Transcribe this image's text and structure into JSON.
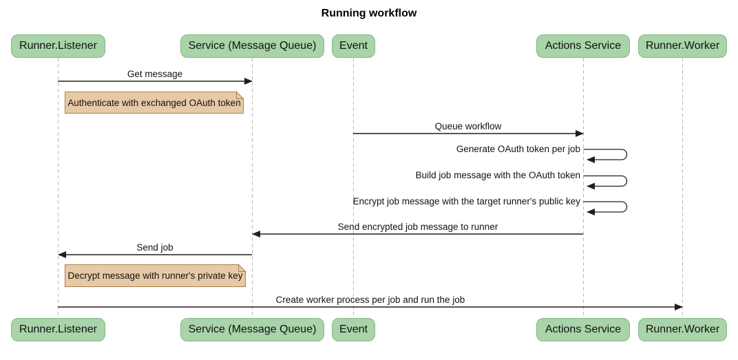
{
  "title": "Running workflow",
  "participants": [
    {
      "id": "runner-listener",
      "label": "Runner.Listener"
    },
    {
      "id": "service-message-queue",
      "label": "Service (Message Queue)"
    },
    {
      "id": "event",
      "label": "Event"
    },
    {
      "id": "actions-service",
      "label": "Actions Service"
    },
    {
      "id": "runner-worker",
      "label": "Runner.Worker"
    }
  ],
  "messages": [
    {
      "label": "Get message",
      "from": "Runner.Listener",
      "to": "Service (Message Queue)",
      "type": "solid-arrow"
    },
    {
      "label": "Queue workflow",
      "from": "Event",
      "to": "Actions Service",
      "type": "solid-arrow"
    },
    {
      "label": "Generate OAuth token per job",
      "from": "Actions Service",
      "to": "Actions Service",
      "type": "self-loop"
    },
    {
      "label": "Build job message with the OAuth token",
      "from": "Actions Service",
      "to": "Actions Service",
      "type": "self-loop"
    },
    {
      "label": "Encrypt job message with the target runner's public key",
      "from": "Actions Service",
      "to": "Actions Service",
      "type": "self-loop"
    },
    {
      "label": "Send encrypted job message to runner",
      "from": "Actions Service",
      "to": "Service (Message Queue)",
      "type": "solid-arrow"
    },
    {
      "label": "Send job",
      "from": "Service (Message Queue)",
      "to": "Runner.Listener",
      "type": "solid-arrow"
    },
    {
      "label": "Create worker process per job and run the job",
      "from": "Runner.Listener",
      "to": "Runner.Worker",
      "type": "solid-arrow"
    }
  ],
  "notes": [
    {
      "label": "Authenticate with exchanged OAuth token",
      "over": "Runner.Listener"
    },
    {
      "label": "Decrypt message with runner's private key",
      "over": "Runner.Listener"
    }
  ],
  "colors": {
    "participant_fill": "#a9d3a9",
    "participant_border": "#82ba82",
    "note_fill": "#e8c9a6",
    "note_border": "#a97e4e",
    "lifeline": "#b5b5b5",
    "arrow": "#1f1f1f",
    "background": "#ffffff",
    "text": "#111111"
  }
}
